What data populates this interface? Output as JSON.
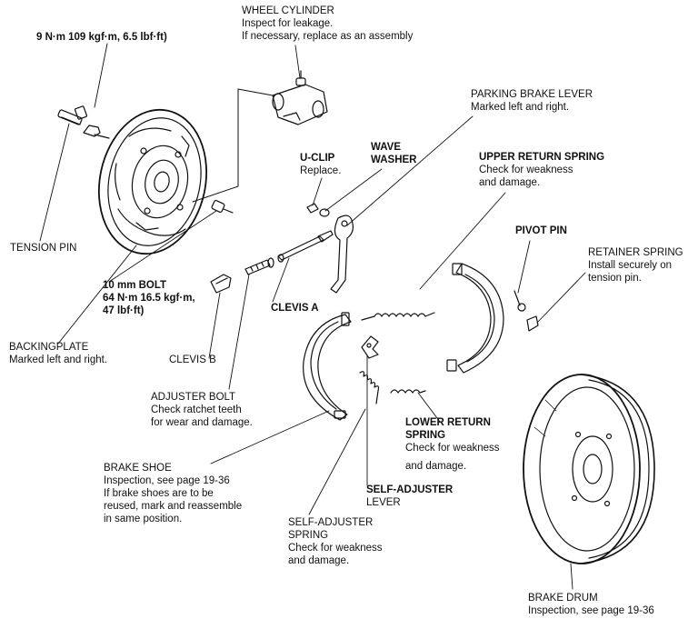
{
  "colors": {
    "line": "#111111",
    "background": "#ffffff"
  },
  "labels": {
    "bolt_torque": {
      "title": "9 N·m 109 kgf·m, 6.5 lbf·ft)"
    },
    "wheel_cylinder": {
      "title": "WHEEL CYLINDER",
      "line1": "Inspect for leakage.",
      "line2": "If necessary,  replace as an assembly"
    },
    "parking_brake_lever": {
      "title": "PARKING BRAKE LEVER",
      "line1": "Marked left and right."
    },
    "u_clip": {
      "title": "U-CLIP",
      "line1": "Replace."
    },
    "wave_washer": {
      "line1": "WAVE",
      "line2": "WASHER"
    },
    "upper_return_spring": {
      "title": "UPPER RETURN SPRING",
      "line1": "Check for weakness",
      "line2": "and damage."
    },
    "tension_pin": {
      "title": "TENSION PIN"
    },
    "pivot_pin": {
      "title": "PIVOT PIN"
    },
    "retainer_spring": {
      "title": "RETAINER SPRING",
      "line1": "Install securely on",
      "line2": "tension pin."
    },
    "bolt_10mm": {
      "title": "10 mm BOLT",
      "line1": "64 N·m 16.5 kgf·m,",
      "line2": "47 lbf·ft)"
    },
    "clevis_a": {
      "title": "CLEVIS A"
    },
    "backing_plate": {
      "title": "BACKINGPLATE",
      "line1": "Marked left and right."
    },
    "clevis_b": {
      "title": "CLEVIS B"
    },
    "adjuster_bolt": {
      "title": "ADJUSTER BOLT",
      "line1": "Check ratchet teeth",
      "line2": "for wear and damage."
    },
    "lower_return_spring": {
      "title": "LOWER RETURN",
      "line1": "SPRING",
      "line2": "Check for weakness",
      "line3": "and damage."
    },
    "brake_shoe": {
      "title": "BRAKE SHOE",
      "line1": "Inspection, see page 19-36",
      "line2": "If brake shoes are to be",
      "line3": "reused, mark and reassemble",
      "line4": "in same position."
    },
    "self_adjuster_lever": {
      "title": "SELF-ADJUSTER",
      "line1": "LEVER"
    },
    "self_adjuster_spring": {
      "title": "SELF-ADJUSTER",
      "line1": "SPRING",
      "line2": "Check for weakness",
      "line3": "and damage."
    },
    "brake_drum": {
      "title": "BRAKE DRUM",
      "line1": "Inspection, see page 19-36"
    }
  }
}
